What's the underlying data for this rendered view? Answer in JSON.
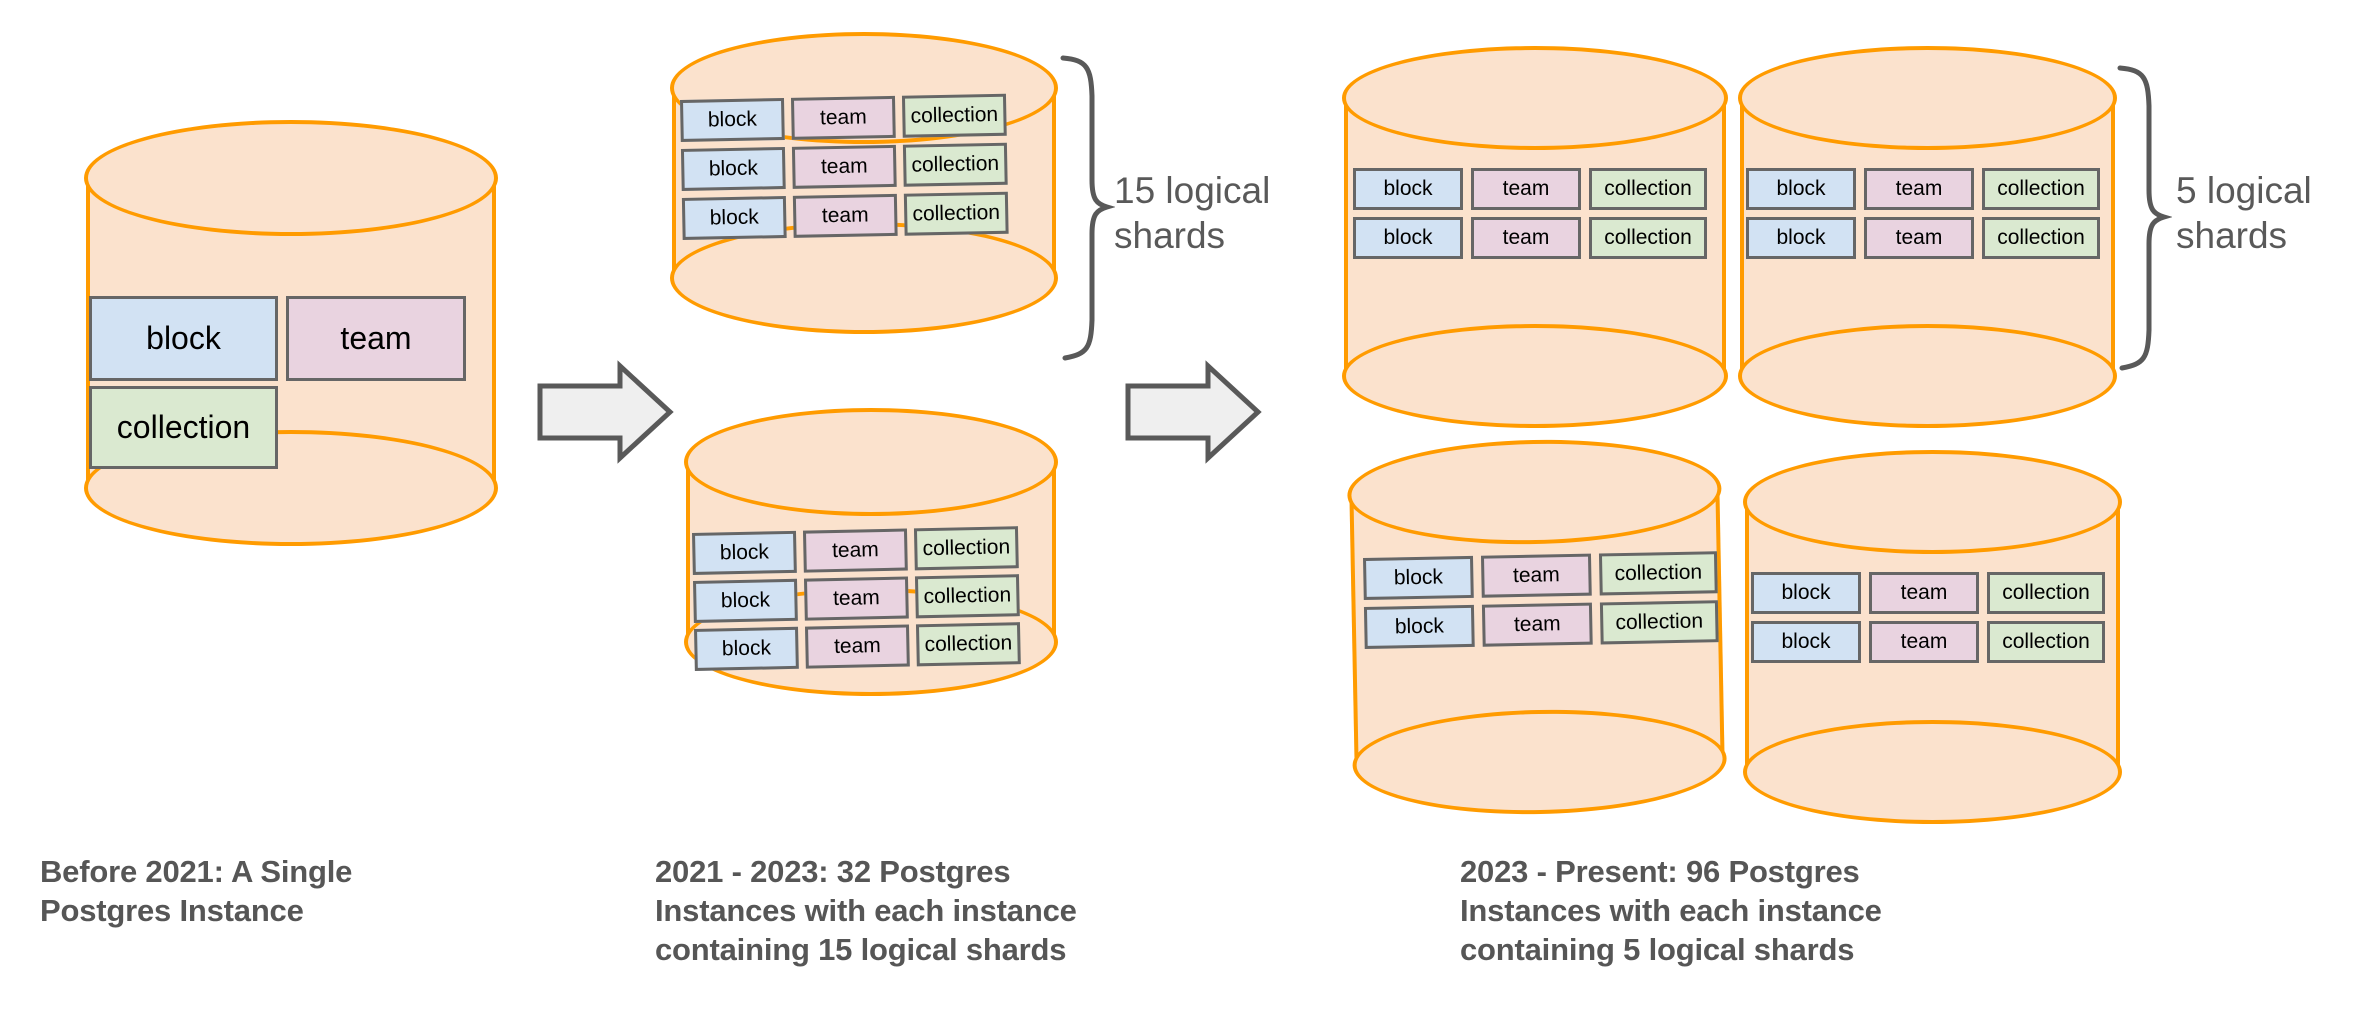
{
  "diagram": {
    "title": "Notion Postgres sharding evolution",
    "colors": {
      "cylinder_fill": "#fbe2cd",
      "cylinder_stroke": "#ff9b00",
      "shard_block_fill": "#d2e2f3",
      "shard_team_fill": "#e9d3e0",
      "shard_collection_fill": "#dae9d0",
      "shard_stroke": "#666666",
      "arrow_fill": "#efefef",
      "arrow_stroke": "#595959",
      "caption_text": "#565656",
      "annotation_text": "#595959",
      "background": "#ffffff"
    },
    "shard_labels": {
      "block": "block",
      "team": "team",
      "collection": "collection"
    },
    "stages": [
      {
        "id": "before-2021",
        "caption": "Before 2021: A Single\nPostgres Instance",
        "instance_count": 1,
        "instances": [
          {
            "id": "single-instance",
            "tables": [
              "block",
              "team",
              "collection"
            ]
          }
        ]
      },
      {
        "id": "2021-2023",
        "caption": "2021 - 2023: 32 Postgres\nInstances with each instance\ncontaining 15 logical shards",
        "instance_count": 32,
        "shards_per_instance": 15,
        "annotation": "15 logical\nshards",
        "instances": [
          {
            "id": "instance-top",
            "rows": [
              [
                "block",
                "team",
                "collection"
              ],
              [
                "block",
                "team",
                "collection"
              ],
              [
                "block",
                "team",
                "collection"
              ]
            ]
          },
          {
            "id": "instance-bottom",
            "rows": [
              [
                "block",
                "team",
                "collection"
              ],
              [
                "block",
                "team",
                "collection"
              ],
              [
                "block",
                "team",
                "collection"
              ]
            ]
          }
        ]
      },
      {
        "id": "2023-present",
        "caption": "2023 - Present: 96 Postgres\nInstances with each instance\ncontaining 5 logical shards",
        "instance_count": 96,
        "shards_per_instance": 5,
        "annotation": "5 logical\nshards",
        "instances": [
          {
            "id": "instance-top-left",
            "rows": [
              [
                "block",
                "team",
                "collection"
              ],
              [
                "block",
                "team",
                "collection"
              ]
            ]
          },
          {
            "id": "instance-top-right",
            "rows": [
              [
                "block",
                "team",
                "collection"
              ],
              [
                "block",
                "team",
                "collection"
              ]
            ]
          },
          {
            "id": "instance-bottom-left",
            "rows": [
              [
                "block",
                "team",
                "collection"
              ],
              [
                "block",
                "team",
                "collection"
              ]
            ]
          },
          {
            "id": "instance-bottom-right",
            "rows": [
              [
                "block",
                "team",
                "collection"
              ],
              [
                "block",
                "team",
                "collection"
              ]
            ]
          }
        ]
      }
    ],
    "arrows": [
      {
        "id": "arrow-1",
        "label": "arrow-stage1-to-stage2"
      },
      {
        "id": "arrow-2",
        "label": "arrow-stage2-to-stage3"
      }
    ]
  }
}
